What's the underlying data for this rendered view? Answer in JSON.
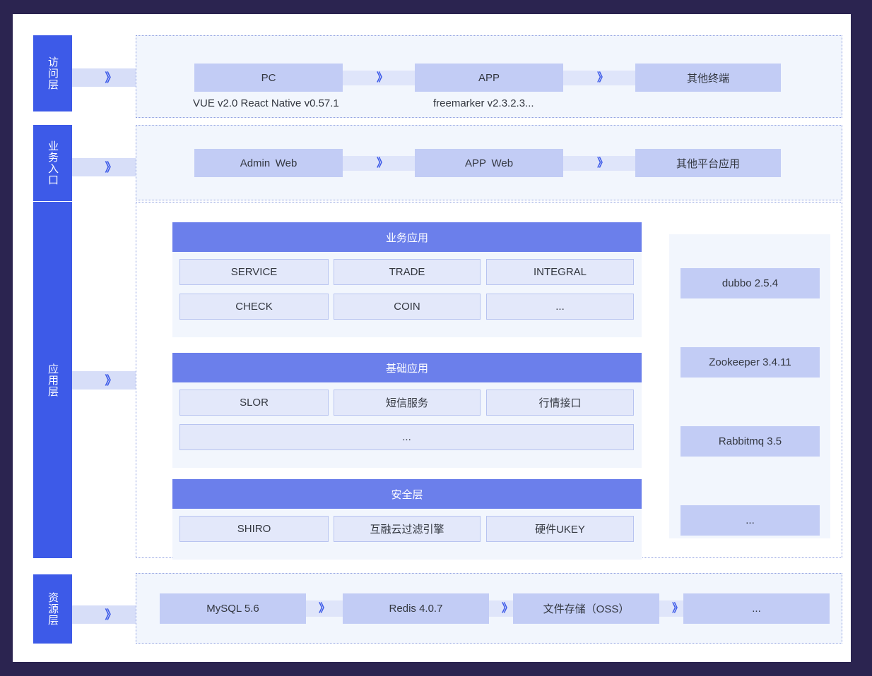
{
  "colors": {
    "page_background": "#2B2450",
    "canvas": "#FFFFFF",
    "layer_tag": "#3D5AE8",
    "connector": "#D7DEF8",
    "panel_tint": "#F2F6FD",
    "group_header": "#6B7FEB",
    "cell_fill": "#E3E8FA",
    "cell_border": "#B8C4F0",
    "chip_fill": "#C2CCF5",
    "panel_border": "#8E9FE0",
    "text": "#333740"
  },
  "icons": {
    "chevron_double_right": "》"
  },
  "layers": [
    {
      "tag": "访问层",
      "name": "access-layer",
      "chips": [
        "PC",
        "APP",
        "其他终端"
      ],
      "captions": [
        "VUE v2.0 React Native v0.57.1",
        "freemarker v2.3.2.3..."
      ]
    },
    {
      "tag": "业务入口",
      "name": "business-entry-layer",
      "chips": [
        "Admin Web",
        "APP Web",
        "其他平台应用"
      ],
      "captions": []
    },
    {
      "tag": "应用层",
      "name": "application-layer",
      "groups": [
        {
          "title": "业务应用",
          "name": "business-application-group",
          "rows": [
            [
              "SERVICE",
              "TRADE",
              "INTEGRAL"
            ],
            [
              "CHECK",
              "COIN",
              "..."
            ]
          ]
        },
        {
          "title": "基础应用",
          "name": "basic-application-group",
          "rows": [
            [
              "SLOR",
              "短信服务",
              "行情接口"
            ],
            [
              "..."
            ]
          ]
        },
        {
          "title": "安全层",
          "name": "security-group",
          "rows": [
            [
              "SHIRO",
              "互融云过滤引擎",
              "硬件UKEY"
            ]
          ]
        }
      ],
      "middleware": [
        "dubbo 2.5.4",
        "Zookeeper 3.4.11",
        "Rabbitmq 3.5",
        "..."
      ]
    },
    {
      "tag": "资源层",
      "name": "resource-layer",
      "chips": [
        "MySQL 5.6",
        "Redis 4.0.7",
        "文件存储（OSS）",
        "..."
      ],
      "captions": []
    }
  ]
}
